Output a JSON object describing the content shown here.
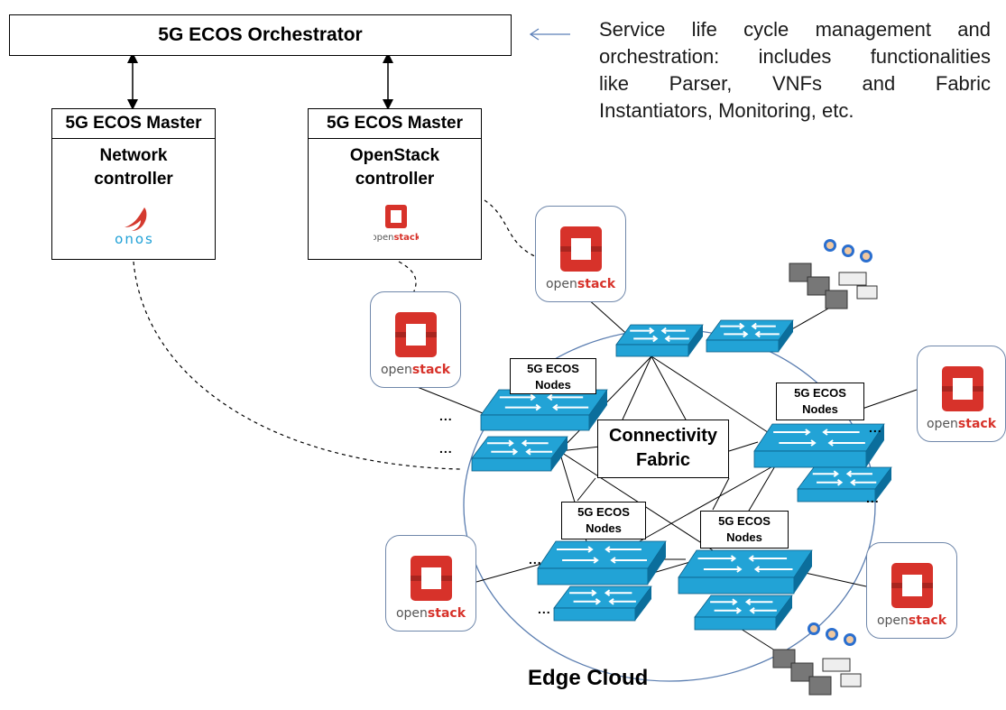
{
  "orchestrator": {
    "title": "5G ECOS Orchestrator"
  },
  "description": {
    "lines": [
      "Service life cycle management and",
      "orchestration: includes functionalities",
      "like Parser, VNFs and Fabric",
      "Instantiators, Monitoring, etc."
    ]
  },
  "masters": [
    {
      "header": "5G ECOS Master",
      "controller_line1": "Network",
      "controller_line2": "controller",
      "logo_text": "ONOS"
    },
    {
      "header": "5G ECOS Master",
      "controller_line1": "OpenStack",
      "controller_line2": "controller",
      "logo_text": "openstack"
    }
  ],
  "node_groups": [
    {
      "line1": "5G ECOS",
      "line2": "Nodes"
    },
    {
      "line1": "5G ECOS",
      "line2": "Nodes"
    },
    {
      "line1": "5G ECOS",
      "line2": "Nodes"
    },
    {
      "line1": "5G ECOS",
      "line2": "Nodes"
    }
  ],
  "fabric": {
    "line1": "Connectivity",
    "line2": "Fabric"
  },
  "edge_cloud": {
    "label": "Edge Cloud"
  },
  "openstack_logo": {
    "prefix": "open",
    "suffix": "stack"
  },
  "ellipsis": "...",
  "colors": {
    "switch_top": "#22a3d6",
    "switch_side": "#0b6e9c",
    "openstack_red": "#d7322a",
    "onos_blue": "#1ea0d6",
    "onos_red": "#d43a2f",
    "arrow_blue": "#5b7fb8"
  }
}
